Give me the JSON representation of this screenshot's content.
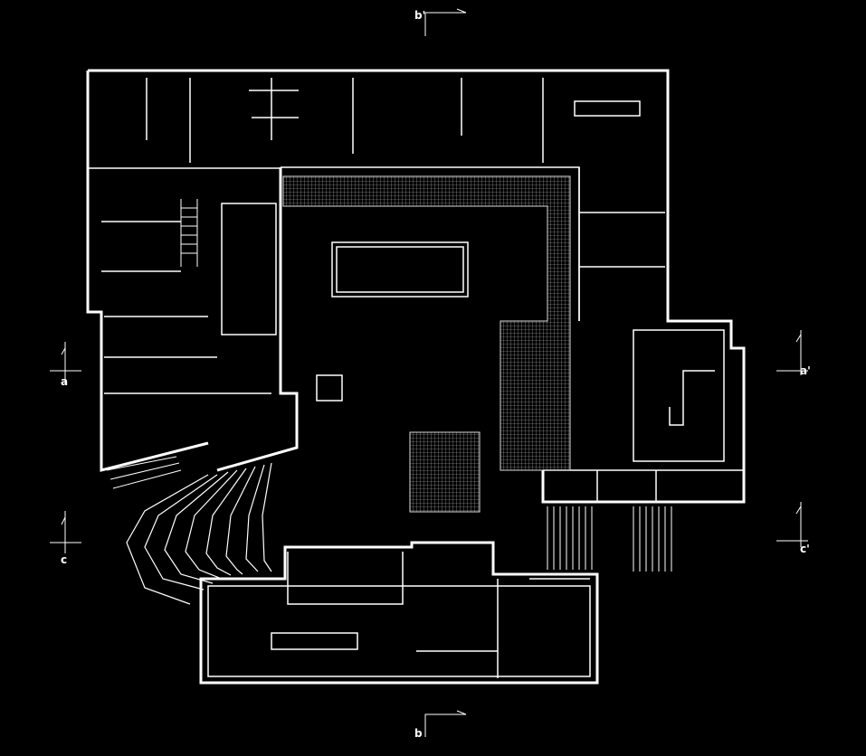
{
  "section_markers": {
    "b_prime": "b'",
    "a": "a",
    "a_prime": "a'",
    "c": "c",
    "c_prime": "c'",
    "b": "b"
  },
  "colors": {
    "background": "#000000",
    "lines": "#ffffff"
  }
}
